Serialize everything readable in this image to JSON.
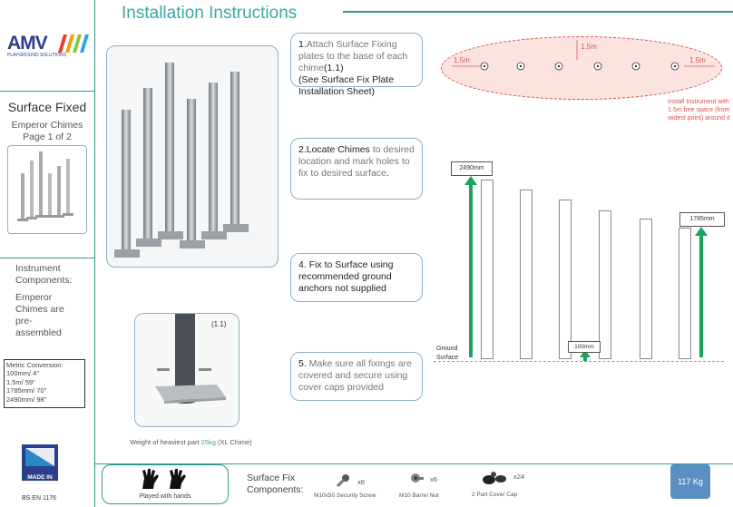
{
  "header": {
    "title": "Installation Instructions"
  },
  "brand": {
    "logo_text": "AMV",
    "logo_sub": "PLAYGROUND SOLUTIONS"
  },
  "sidebar": {
    "product_type": "Surface Fixed",
    "product_name": "Emperor Chimes",
    "page": "Page 1 of 2",
    "components_heading": "Instrument Components:",
    "components_text": "Emperor Chimes are pre-assembled",
    "metric": {
      "title": "Metric Conversion:",
      "rows": [
        "100mm/ 4\"",
        "1.5m/ 59\"",
        "1785mm/ 70\"",
        "2490mm/ 98\""
      ]
    },
    "made_in": "MADE IN BRITAIN",
    "standard": "BS EN 1176"
  },
  "steps": {
    "s1_num": "1.",
    "s1_a": "Attach Surface Fixing plates to the base of each chime",
    "s1_b": "(1.1)",
    "s1_c": "(See Surface Fix Plate Installation Sheet)",
    "s2_a": "2.Locate Chimes",
    "s2_b": " to desired location and mark holes to fix to desired surface",
    "s2_c": ".",
    "s4_a": "4. Fix to Surface using recommended ground anchors not supplied",
    "s5_a": "5.",
    "s5_b": " Make sure all fixings are covered and secure using cover caps provided"
  },
  "detail": {
    "label": "(1.1)",
    "weight_prefix": "Weight of heaviest part ",
    "weight_value": "25kg",
    "weight_suffix": " (XL Chime)"
  },
  "diagram": {
    "space_left": "1.5m",
    "space_top": "1.5m",
    "space_right": "1.5m",
    "note": "Install Instrument with 1.5m free space (from widest point) around it",
    "height_tall": "2490mm",
    "height_short": "1785mm",
    "depth": "100mm",
    "ground_label": "Ground Surface"
  },
  "footer": {
    "played_with": "Played with hands",
    "fix_heading": "Surface Fix Components:",
    "items": [
      {
        "name": "M10x50 Security Screw",
        "qty": "x6"
      },
      {
        "name": "M10 Barrel Nut",
        "qty": "x6"
      },
      {
        "name": "2 Part Cover Cap",
        "qty": "x24"
      }
    ],
    "weight": "117 Kg"
  },
  "colors": {
    "accent": "#3aa8a8",
    "green": "#1aa35a",
    "red": "#d9534f",
    "navy": "#2d3e8c"
  }
}
